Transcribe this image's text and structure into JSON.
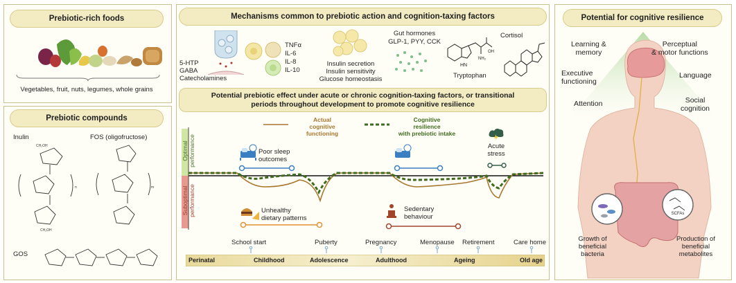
{
  "left": {
    "foods_title": "Prebiotic-rich foods",
    "foods_caption": "Vegetables, fruit, nuts, legumes, whole grains",
    "compounds_title": "Prebiotic compounds",
    "inulin": "Inulin",
    "fos": "FOS (oligofructose)",
    "gos": "GOS"
  },
  "middle": {
    "mech_title": "Mechanisms common to prebiotic action and cognition-taxing factors",
    "neuro": [
      "5-HTP",
      "GABA",
      "Catecholamines"
    ],
    "cytokines": [
      "TNFα",
      "IL-6",
      "IL-8",
      "IL-10"
    ],
    "insulin": [
      "Insulin secretion",
      "Insulin sensitivity",
      "Glucose homeostasis"
    ],
    "gut_hormones": [
      "Gut hormones",
      "GLP-1, PYY, CCK"
    ],
    "tryptophan": "Tryptophan",
    "cortisol": "Cortisol",
    "effect_title_1": "Potential prebiotic effect under acute or chronic cognition-taxing factors, or transitional",
    "effect_title_2": "periods throughout development to promote cognitive resilience",
    "legend_actual": [
      "Actual",
      "cognitive",
      "functioning"
    ],
    "legend_resilience": [
      "Cognitive",
      "resilience",
      "with prebiotic intake"
    ],
    "optimal_label": [
      "Optimal",
      "performance"
    ],
    "suboptimal_label": [
      "Suboptimal",
      "performance"
    ],
    "events": {
      "poor_sleep": [
        "Poor sleep",
        "outcomes"
      ],
      "unhealthy_diet": [
        "Unhealthy",
        "dietary patterns"
      ],
      "sedentary": [
        "Sedentary",
        "behaviour"
      ],
      "acute_stress": [
        "Acute",
        "stress"
      ]
    },
    "milestones": [
      "School start",
      "Puberty",
      "Pregnancy",
      "Menopause",
      "Retirement",
      "Care home"
    ],
    "life_stages": [
      "Perinatal",
      "Childhood",
      "Adolescence",
      "Adulthood",
      "Ageing",
      "Old age"
    ]
  },
  "right": {
    "title": "Potential for cognitive resilience",
    "domains": {
      "learning": [
        "Learning &",
        "memory"
      ],
      "perceptual": [
        "Perceptual",
        "& motor functions"
      ],
      "executive": [
        "Executive",
        "functioning"
      ],
      "language": "Language",
      "attention": "Attention",
      "social": [
        "Social",
        "cognition"
      ]
    },
    "growth": [
      "Growth of",
      "beneficial",
      "bacteria"
    ],
    "production": [
      "Production of",
      "beneficial",
      "metabolites"
    ],
    "scfas": "SCFAs"
  },
  "colors": {
    "actual_line": "#a8772f",
    "resilience_line": "#3e6b1f",
    "optimal_band": "#cfe7a3",
    "suboptimal_band": "#e89a8f"
  }
}
